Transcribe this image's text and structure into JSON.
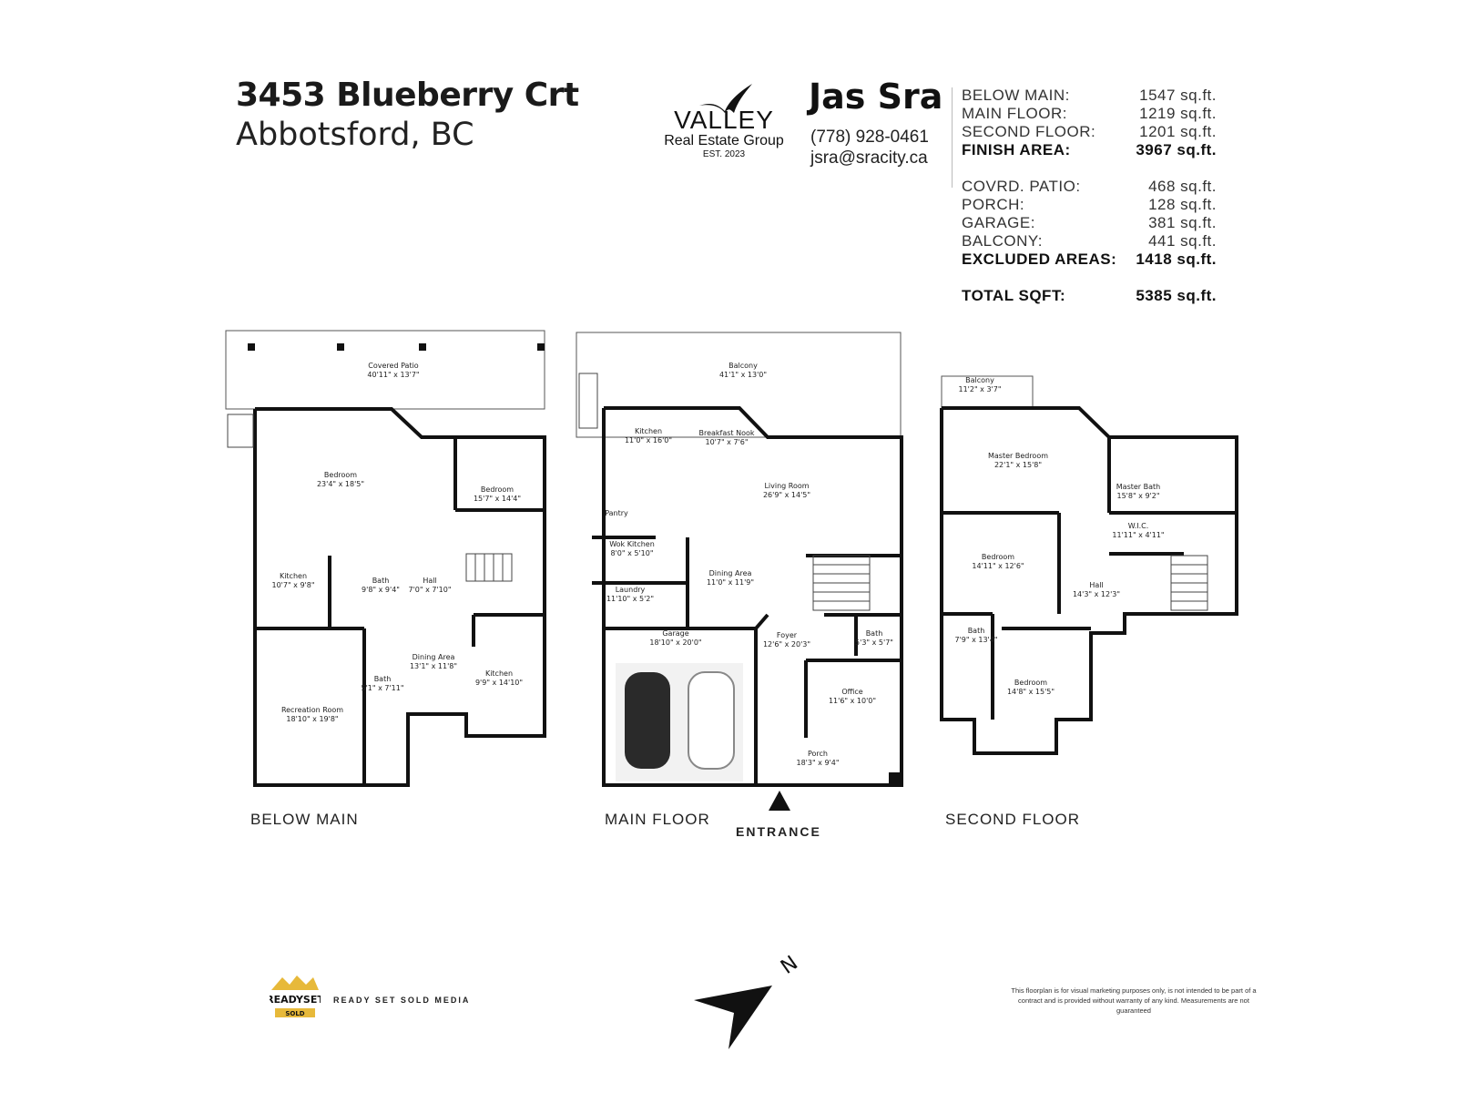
{
  "address": {
    "line1": "3453 Blueberry Crt",
    "line2": "Abbotsford, BC"
  },
  "brokerage": {
    "name": "VALLEY",
    "subtitle": "Real Estate Group",
    "est": "EST. 2023"
  },
  "agent": {
    "name": "Jas Sra",
    "phone": "(778)  928-0461",
    "email": "jsra@sracity.ca"
  },
  "areas": [
    {
      "label": "BELOW MAIN:",
      "value": "1547 sq.ft.",
      "bold": false
    },
    {
      "label": "MAIN FLOOR:",
      "value": "1219 sq.ft.",
      "bold": false
    },
    {
      "label": "SECOND FLOOR:",
      "value": "1201 sq.ft.",
      "bold": false
    },
    {
      "label": "FINISH AREA:",
      "value": "3967 sq.ft.",
      "bold": true
    },
    {
      "label": "COVRD. PATIO:",
      "value": "468 sq.ft.",
      "bold": false
    },
    {
      "label": "PORCH:",
      "value": "128 sq.ft.",
      "bold": false
    },
    {
      "label": "GARAGE:",
      "value": "381 sq.ft.",
      "bold": false
    },
    {
      "label": "BALCONY:",
      "value": "441 sq.ft.",
      "bold": false
    },
    {
      "label": "EXCLUDED AREAS:",
      "value": "1418 sq.ft.",
      "bold": true
    },
    {
      "label": "TOTAL SQFT:",
      "value": "5385 sq.ft.",
      "bold": true
    }
  ],
  "floors": {
    "below": "BELOW MAIN",
    "main": "MAIN FLOOR",
    "second": "SECOND FLOOR",
    "entrance": "ENTRANCE"
  },
  "rooms": {
    "below": [
      {
        "name": "Covered Patio",
        "dim": "40'11\" x 13'7\""
      },
      {
        "name": "Bedroom",
        "dim": "23'4\" x 18'5\""
      },
      {
        "name": "Bedroom",
        "dim": "15'7\" x 14'4\""
      },
      {
        "name": "Kitchen",
        "dim": "10'7\" x 9'8\""
      },
      {
        "name": "Bath",
        "dim": "9'8\" x 9'4\""
      },
      {
        "name": "Hall",
        "dim": "7'0\" x 7'10\""
      },
      {
        "name": "Dining Area",
        "dim": "13'1\" x 11'8\""
      },
      {
        "name": "Kitchen",
        "dim": "9'9\" x 14'10\""
      },
      {
        "name": "Recreation Room",
        "dim": "18'10\" x 19'8\""
      },
      {
        "name": "Bath",
        "dim": "5'1\" x 7'11\""
      }
    ],
    "main": [
      {
        "name": "Balcony",
        "dim": "41'1\" x 13'0\""
      },
      {
        "name": "Kitchen",
        "dim": "11'0\" x 16'0\""
      },
      {
        "name": "Breakfast Nook",
        "dim": "10'7\" x 7'6\""
      },
      {
        "name": "Living Room",
        "dim": "26'9\" x 14'5\""
      },
      {
        "name": "Pantry",
        "dim": ""
      },
      {
        "name": "Wok Kitchen",
        "dim": "8'0\" x 5'10\""
      },
      {
        "name": "Dining Area",
        "dim": "11'0\" x 11'9\""
      },
      {
        "name": "Laundry",
        "dim": "11'10\" x 5'2\""
      },
      {
        "name": "Garage",
        "dim": "18'10\" x 20'0\""
      },
      {
        "name": "Foyer",
        "dim": "12'6\" x 20'3\""
      },
      {
        "name": "Bath",
        "dim": "5'3\" x 5'7\""
      },
      {
        "name": "Office",
        "dim": "11'6\" x 10'0\""
      },
      {
        "name": "Porch",
        "dim": "18'3\" x 9'4\""
      }
    ],
    "second": [
      {
        "name": "Balcony",
        "dim": "11'2\" x 3'7\""
      },
      {
        "name": "Master Bedroom",
        "dim": "22'1\" x 15'8\""
      },
      {
        "name": "Master Bath",
        "dim": "15'8\" x 9'2\""
      },
      {
        "name": "W.I.C.",
        "dim": "11'11\" x 4'11\""
      },
      {
        "name": "Bedroom",
        "dim": "14'11\" x 12'6\""
      },
      {
        "name": "Hall",
        "dim": "14'3\" x 12'3\""
      },
      {
        "name": "Bath",
        "dim": "7'9\" x 13'4\""
      },
      {
        "name": "Bedroom",
        "dim": "14'8\" x 15'5\""
      }
    ]
  },
  "compass": {
    "letter": "N"
  },
  "media": {
    "logo_top": "READYSET",
    "logo_bottom": "SOLD",
    "name": "READY SET SOLD MEDIA"
  },
  "disclaimer": "This floorplan is for visual marketing purposes only, is not intended to be part of a contract and is provided without warranty of any kind. Measurements are not guaranteed",
  "colors": {
    "wall": "#111111",
    "gold": "#e7b93a",
    "text": "#222222"
  }
}
